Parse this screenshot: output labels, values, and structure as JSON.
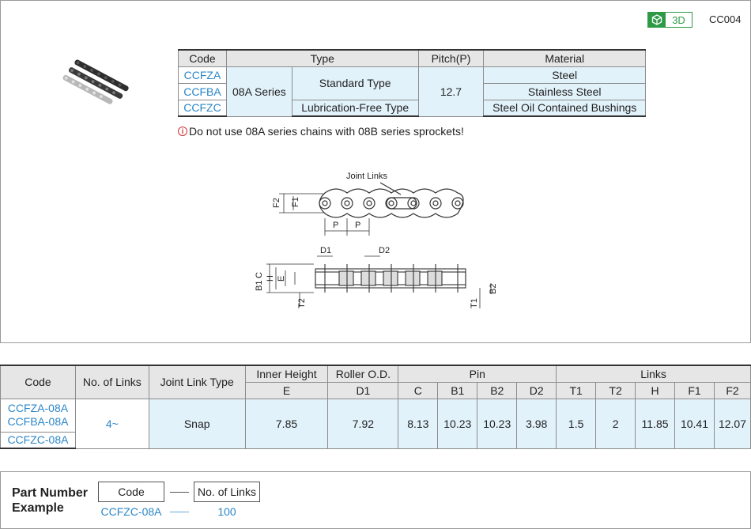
{
  "header": {
    "badge_3d": "3D",
    "page_code": "CC004"
  },
  "spec_table": {
    "headers": [
      "Code",
      "Type",
      "Pitch(P)",
      "Material"
    ],
    "codes": [
      "CCFZA",
      "CCFBA",
      "CCFZC"
    ],
    "series": "08A Series",
    "types": [
      "Standard Type",
      "Lubrication-Free Type"
    ],
    "pitch": "12.7",
    "materials": [
      "Steel",
      "Stainless Steel",
      "Steel Oil Contained Bushings"
    ]
  },
  "warning": "Do not use 08A series chains with 08B series sprockets!",
  "diagram": {
    "joint_links": "Joint Links",
    "labels": {
      "F2": "F2",
      "F1": "F1",
      "P": "P",
      "D1": "D1",
      "D2": "D2",
      "B1": "B1",
      "C": "C",
      "H": "H",
      "E": "E",
      "T2": "T2",
      "T1": "T1",
      "B2": "B2"
    }
  },
  "dim_table": {
    "headers": {
      "code": "Code",
      "links": "No. of Links",
      "joint_type": "Joint Link Type",
      "inner_height": "Inner Height",
      "roller_od": "Roller O.D.",
      "pin": "Pin",
      "links_group": "Links",
      "E": "E",
      "D1": "D1",
      "C": "C",
      "B1": "B1",
      "B2": "B2",
      "D2": "D2",
      "T1": "T1",
      "T2": "T2",
      "H": "H",
      "F1": "F1",
      "F2": "F2"
    },
    "codes": [
      "CCFZA-08A",
      "CCFBA-08A",
      "CCFZC-08A"
    ],
    "row": {
      "links": "4~",
      "joint_type": "Snap",
      "E": "7.85",
      "D1": "7.92",
      "C": "8.13",
      "B1": "10.23",
      "B2": "10.23",
      "D2": "3.98",
      "T1": "1.5",
      "T2": "2",
      "H": "11.85",
      "F1": "10.41",
      "F2": "12.07"
    }
  },
  "part_number": {
    "title_line1": "Part Number",
    "title_line2": "Example",
    "code_label": "Code",
    "links_label": "No. of Links",
    "code_value": "CCFZC-08A",
    "links_value": "100"
  },
  "colors": {
    "accent": "#2a86c8",
    "green": "#2e9a46",
    "cell_fill": "#e2f2fb",
    "header_fill": "#e6e6e6"
  }
}
